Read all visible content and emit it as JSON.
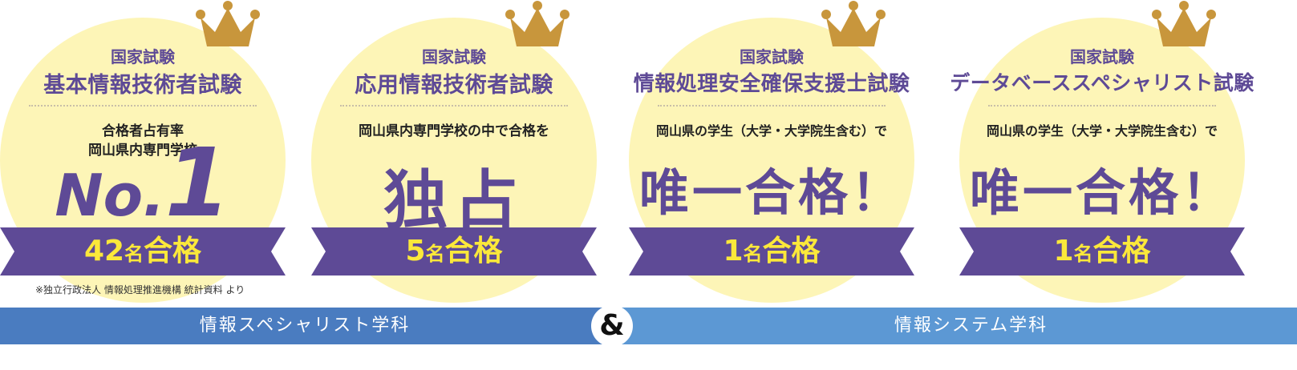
{
  "colors": {
    "purple": "#5e4a96",
    "yellow_text": "#fbe83a",
    "circle": "#fdf5b7",
    "crown": "#c8963c",
    "blue_left": "#4a7cc0",
    "blue_right": "#5c98d4"
  },
  "cards": [
    {
      "kind": "国家試験",
      "exam": "基本情報技術者試験",
      "desc1": "合格者占有率",
      "desc2": "岡山県内専門学校",
      "big_main": "No.",
      "big_num": "1",
      "result_num": "42",
      "result_small": "名",
      "result_suffix": "合格",
      "icon": "crown-icon"
    },
    {
      "kind": "国家試験",
      "exam": "応用情報技術者試験",
      "desc1": "岡山県内専門学校の中で合格を",
      "big_main": "独占",
      "result_num": "5",
      "result_small": "名",
      "result_suffix": "合格",
      "icon": "crown-icon"
    },
    {
      "kind": "国家試験",
      "exam": "情報処理安全確保支援士試験",
      "desc1": "岡山県の学生（大学・大学院生含む）で",
      "big_main": "唯一合格！",
      "result_num": "1",
      "result_small": "名",
      "result_suffix": "合格",
      "icon": "crown-icon"
    },
    {
      "kind": "国家試験",
      "exam": "データベーススペシャリスト試験",
      "desc1": "岡山県の学生（大学・大学院生含む）で",
      "big_main": "唯一合格！",
      "result_num": "1",
      "result_small": "名",
      "result_suffix": "合格",
      "icon": "crown-icon"
    }
  ],
  "note": "※独立行政法人 情報処理推進機構 統計資料 より",
  "footer": {
    "left": "情報スペシャリスト学科",
    "amp": "&",
    "right": "情報システム学科"
  }
}
